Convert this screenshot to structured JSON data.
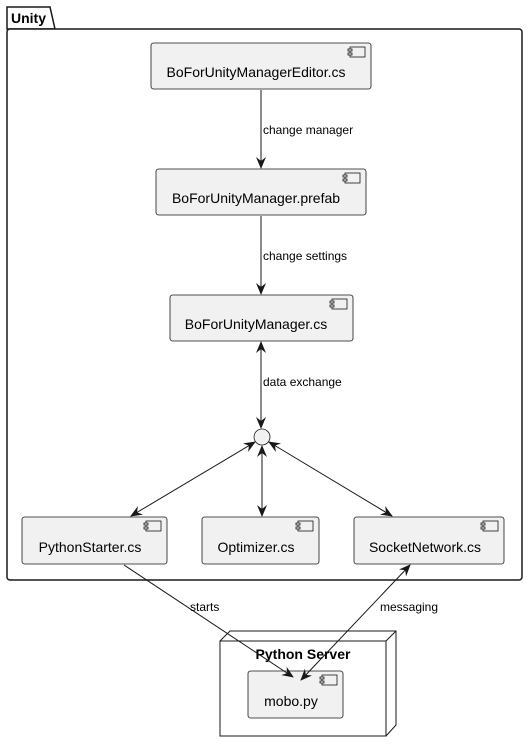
{
  "package": {
    "title": "Unity"
  },
  "node": {
    "title": "Python Server"
  },
  "components": {
    "editor": "BoForUnityManagerEditor.cs",
    "prefab": "BoForUnityManager.prefab",
    "manager": "BoForUnityManager.cs",
    "python_starter": "PythonStarter.cs",
    "optimizer": "Optimizer.cs",
    "socket_network": "SocketNetwork.cs",
    "mobo": "mobo.py"
  },
  "edges": {
    "change_manager": "change manager",
    "change_settings": "change settings",
    "data_exchange": "data exchange",
    "starts": "starts",
    "messaging": "messaging"
  },
  "colors": {
    "component_fill": "#f1f1f1",
    "stroke": "#181818"
  }
}
